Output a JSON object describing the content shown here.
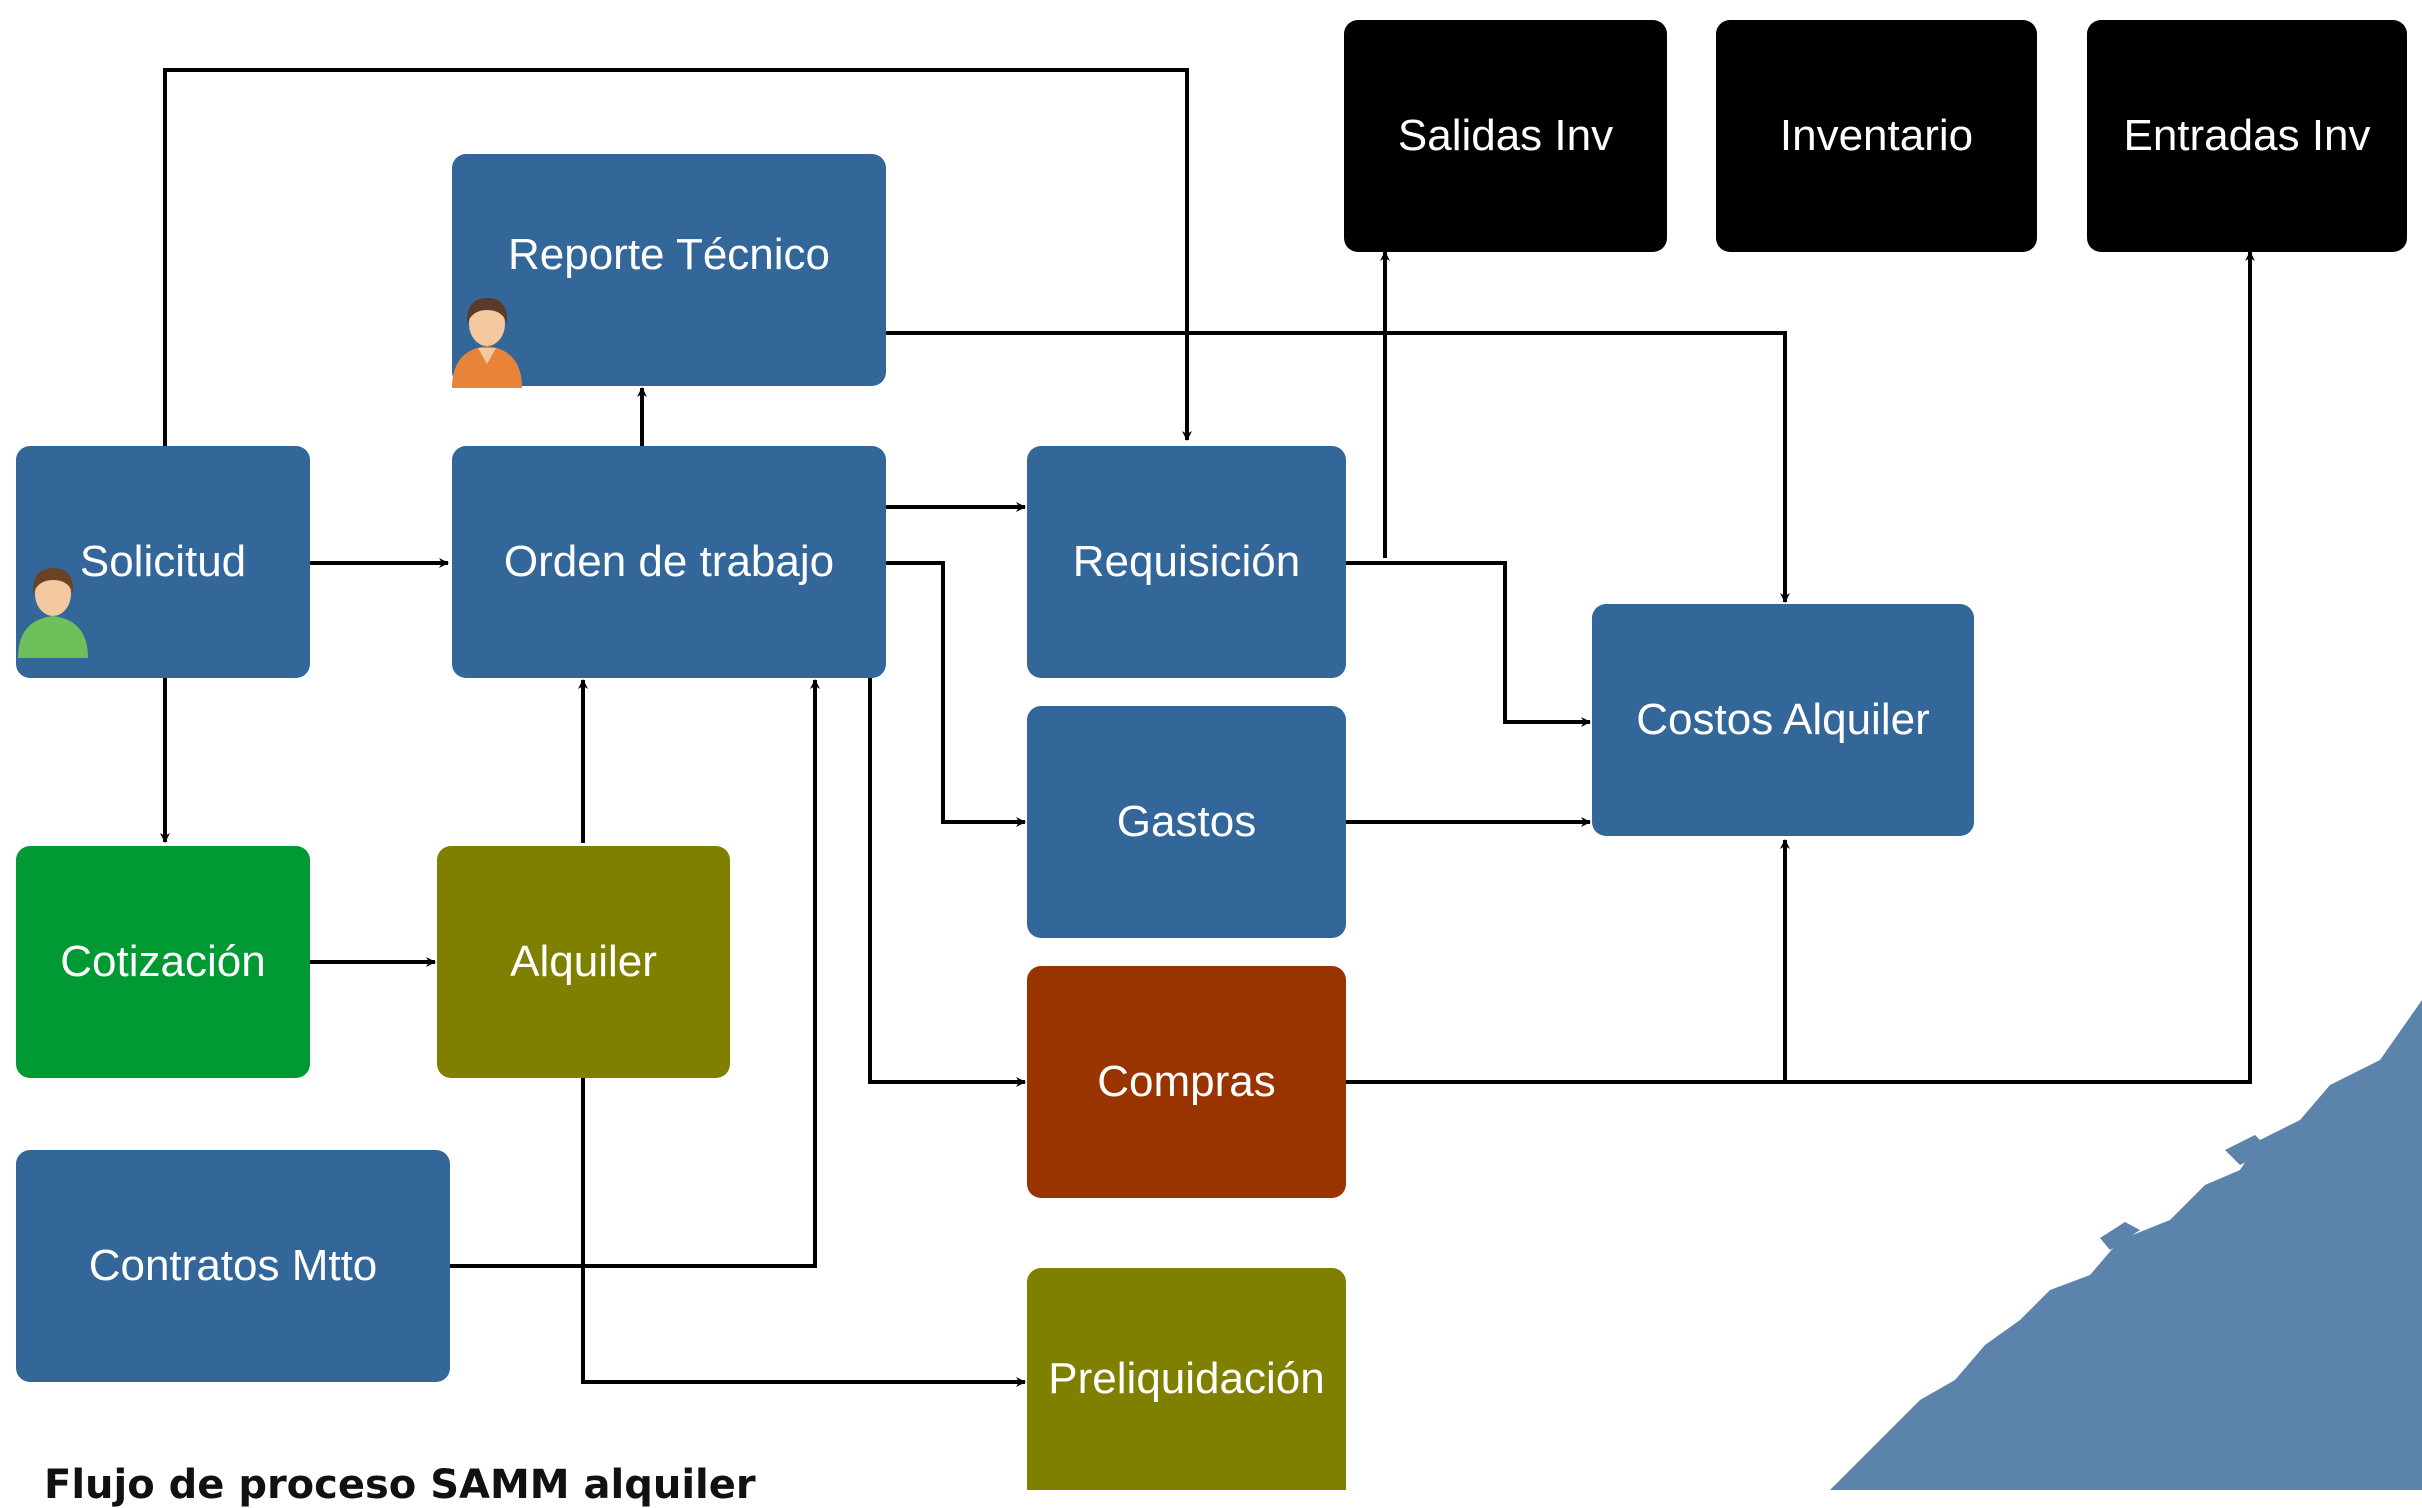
{
  "diagram": {
    "nodes": {
      "salidas_inv": "Salidas Inv",
      "inventario": "Inventario",
      "entradas_inv": "Entradas Inv",
      "reporte_tecnico": "Reporte Técnico",
      "solicitud": "Solicitud",
      "orden_de_trabajo": "Orden de trabajo",
      "requisicion": "Requisición",
      "costos_alquiler": "Costos Alquiler",
      "gastos": "Gastos",
      "cotizacion": "Cotización",
      "alquiler": "Alquiler",
      "compras": "Compras",
      "contratos_mtto": "Contratos Mtto",
      "preliquidacion": "Preliquidación"
    },
    "colors": {
      "blue": "#336699",
      "black": "#000000",
      "green": "#009933",
      "olive": "#808000",
      "rust": "#993300",
      "connector": "#000000",
      "decor": "#5b83ab"
    },
    "icons": [
      "person-orange-icon",
      "person-green-icon"
    ]
  },
  "caption": "Flujo de proceso SAMM alquiler"
}
